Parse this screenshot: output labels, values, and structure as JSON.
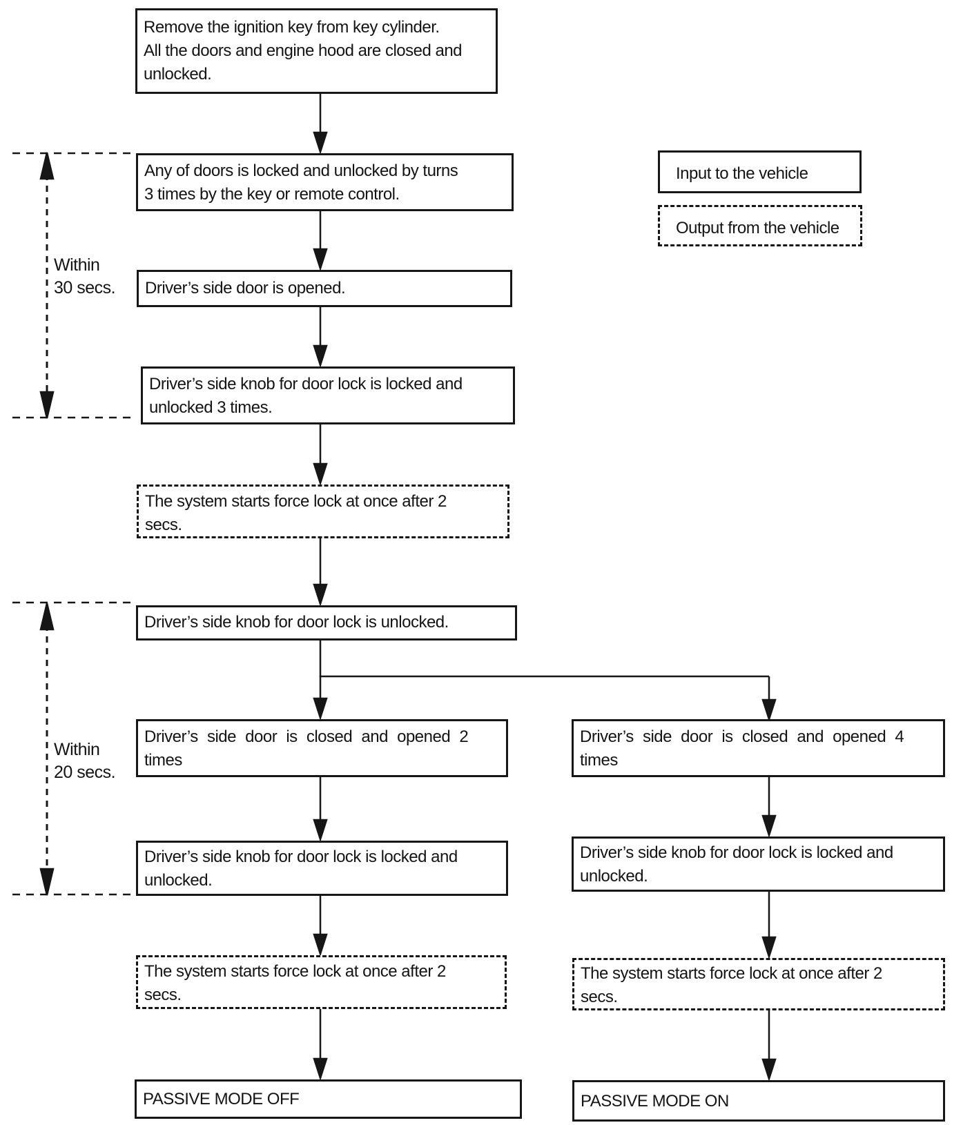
{
  "colors": {
    "ink": "#161616",
    "paper": "#ffffff"
  },
  "legend": {
    "input_label": "Input to the vehicle",
    "output_label": "Output from the vehicle"
  },
  "annotations": {
    "within_30": "Within\n30 secs.",
    "within_20": "Within\n20 secs."
  },
  "boxes": {
    "remove_key": "Remove the ignition key from key cylinder.\nAll the doors and engine hood are closed and\nunlocked.",
    "any_doors": "Any of doors is locked and unlocked by turns\n3 times by the key or remote control.",
    "door_opened": "Driver’s side door is opened.",
    "knob_locked_3": "Driver’s side knob for door lock is locked and\nunlocked 3 times.",
    "force_lock_1": "The system starts force lock at once after 2\nsecs.",
    "knob_unlocked": "Driver’s side knob for door lock is unlocked.",
    "door_closed_2": "Driver’s side door is closed and opened 2\ntimes",
    "door_closed_4": "Driver’s side door is closed and opened 4\ntimes",
    "knob_locked_left": "Driver’s side knob for door lock is locked and\nunlocked.",
    "knob_locked_right": "Driver’s side knob for door lock is locked and\nunlocked.",
    "force_lock_left": "The system starts force lock at once after 2\nsecs.",
    "force_lock_right": "The system starts force lock at once after 2\nsecs.",
    "passive_off": "PASSIVE MODE OFF",
    "passive_on": "PASSIVE MODE ON"
  }
}
